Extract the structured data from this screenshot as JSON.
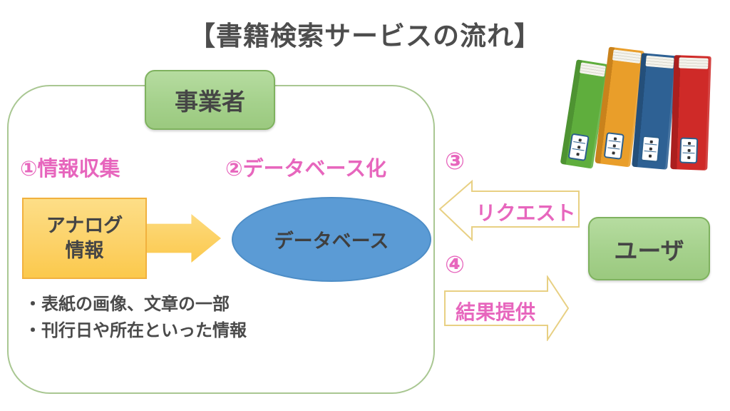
{
  "title": "【書籍検索サービスの流れ】",
  "provider": {
    "label": "事業者",
    "step1_label": "①情報収集",
    "step2_label": "②データベース化",
    "analog_line1": "アナログ",
    "analog_line2": "情報",
    "database_label": "データベース",
    "notes": [
      "・表紙の画像、文章の一部",
      "・刊行日や所在といった情報"
    ]
  },
  "flows": {
    "step3_num": "③",
    "request_label": "リクエスト",
    "step4_num": "④",
    "result_label": "結果提供"
  },
  "user": {
    "label": "ユーザ"
  },
  "icons": {
    "books": "books-illustration"
  },
  "colors": {
    "pink_accent": "#e766bd",
    "green_fill": "#a5d18c",
    "green_border": "#7fb25f",
    "frame_border": "#a9c792",
    "orange_fill": "#fcd269",
    "orange_border": "#f1b13e",
    "blue_fill": "#5b9bd5",
    "outline_arrow_border": "#e8d083",
    "dark_text": "#454545"
  }
}
